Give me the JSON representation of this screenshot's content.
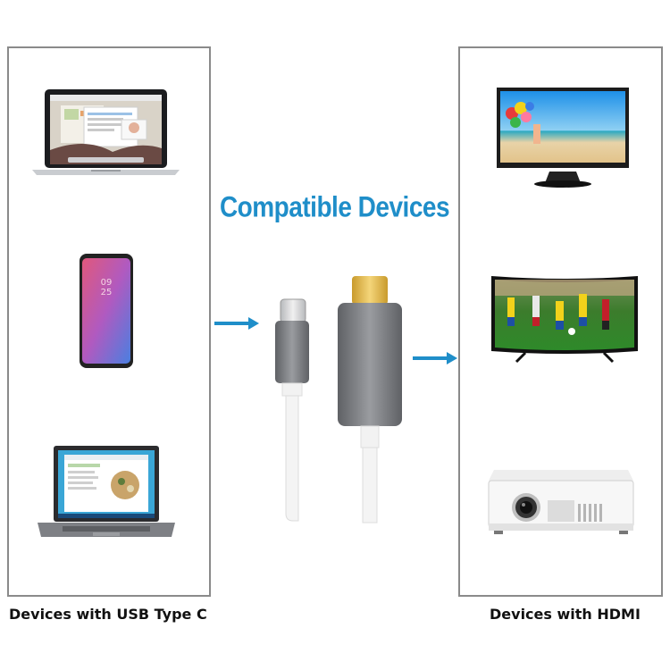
{
  "title": "Compatible Devices",
  "left_panel": {
    "caption": "Devices with USB Type C",
    "devices": [
      {
        "name": "macbook",
        "icon": "laptop-icon"
      },
      {
        "name": "smartphone",
        "icon": "phone-icon",
        "screen_time": "09",
        "screen_time2": "25"
      },
      {
        "name": "windows-laptop",
        "icon": "laptop-icon"
      }
    ]
  },
  "right_panel": {
    "caption": "Devices with HDMI",
    "devices": [
      {
        "name": "monitor",
        "icon": "monitor-icon"
      },
      {
        "name": "curved-tv",
        "icon": "tv-icon"
      },
      {
        "name": "projector",
        "icon": "projector-icon"
      }
    ]
  },
  "colors": {
    "accent": "#1f8ec9",
    "panel_border": "#8a8a8a",
    "cable_grey": "#7d7f83",
    "gold": "#e8c04a"
  }
}
